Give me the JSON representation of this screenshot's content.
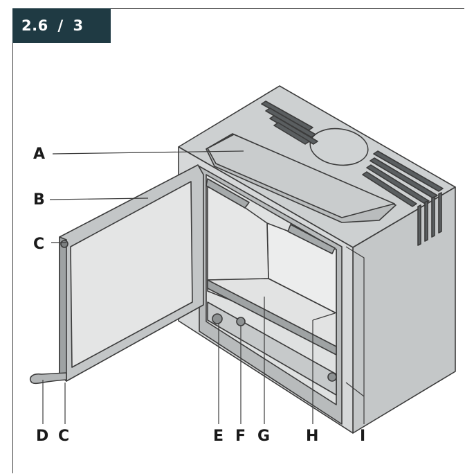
{
  "header": {
    "section": "2.6",
    "separator": "/",
    "page": "3"
  },
  "labels": {
    "A": "A",
    "B": "B",
    "C_top": "C",
    "D": "D",
    "C_bottom": "C",
    "E": "E",
    "F": "F",
    "G": "G",
    "H": "H",
    "I": "I"
  },
  "colors": {
    "badge_bg": "#1f3a43",
    "metal": "#cfd2d3",
    "metal_dark": "#a9adae",
    "glass": "#e3e4e4",
    "outline": "#3b3b3b"
  }
}
